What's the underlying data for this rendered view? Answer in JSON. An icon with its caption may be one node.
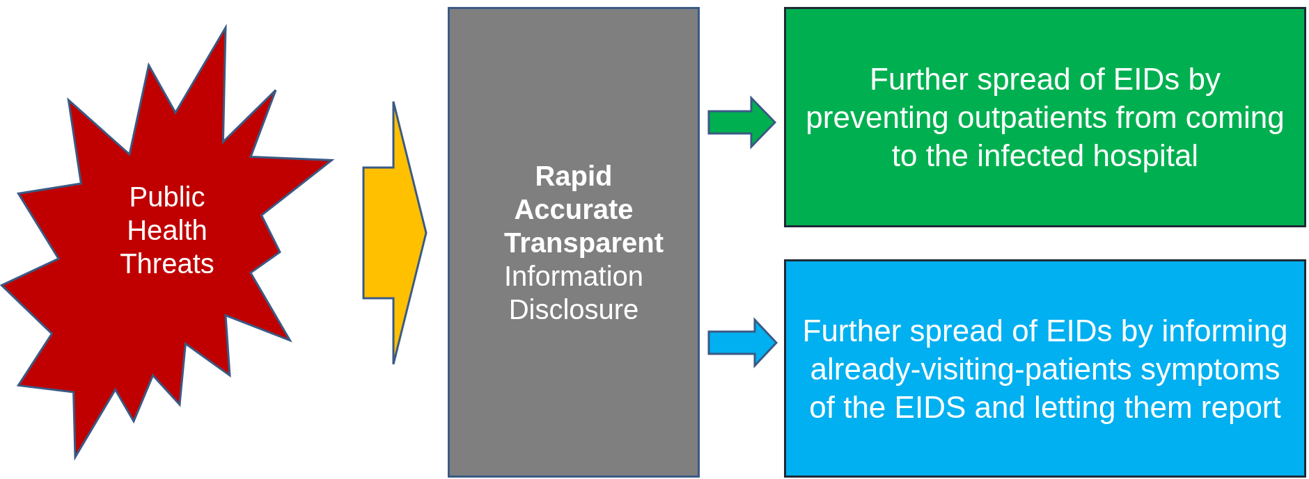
{
  "diagram": {
    "nodes": [
      {
        "text": [
          "Public Health Threats"
        ]
      },
      {
        "text": [
          "Rapid Accurate Transparent",
          "Information Disclosure"
        ]
      },
      {
        "text": [
          "Further spread of EIDs by preventing outpatients from coming to the infected hospital"
        ]
      },
      {
        "text": [
          "Further spread of EIDs by informing already-visiting-patients symptoms of the EIDS and letting them report"
        ]
      }
    ],
    "edges": [
      {
        "from": 0,
        "to": 1,
        "arrow": "to",
        "style": "thick",
        "color": "#ffc000"
      },
      {
        "from": 1,
        "to": 2,
        "arrow": "to",
        "style": "thick",
        "color": "#00b050"
      },
      {
        "from": 1,
        "to": 3,
        "arrow": "to",
        "style": "thick",
        "color": "#00b0f0"
      }
    ]
  }
}
